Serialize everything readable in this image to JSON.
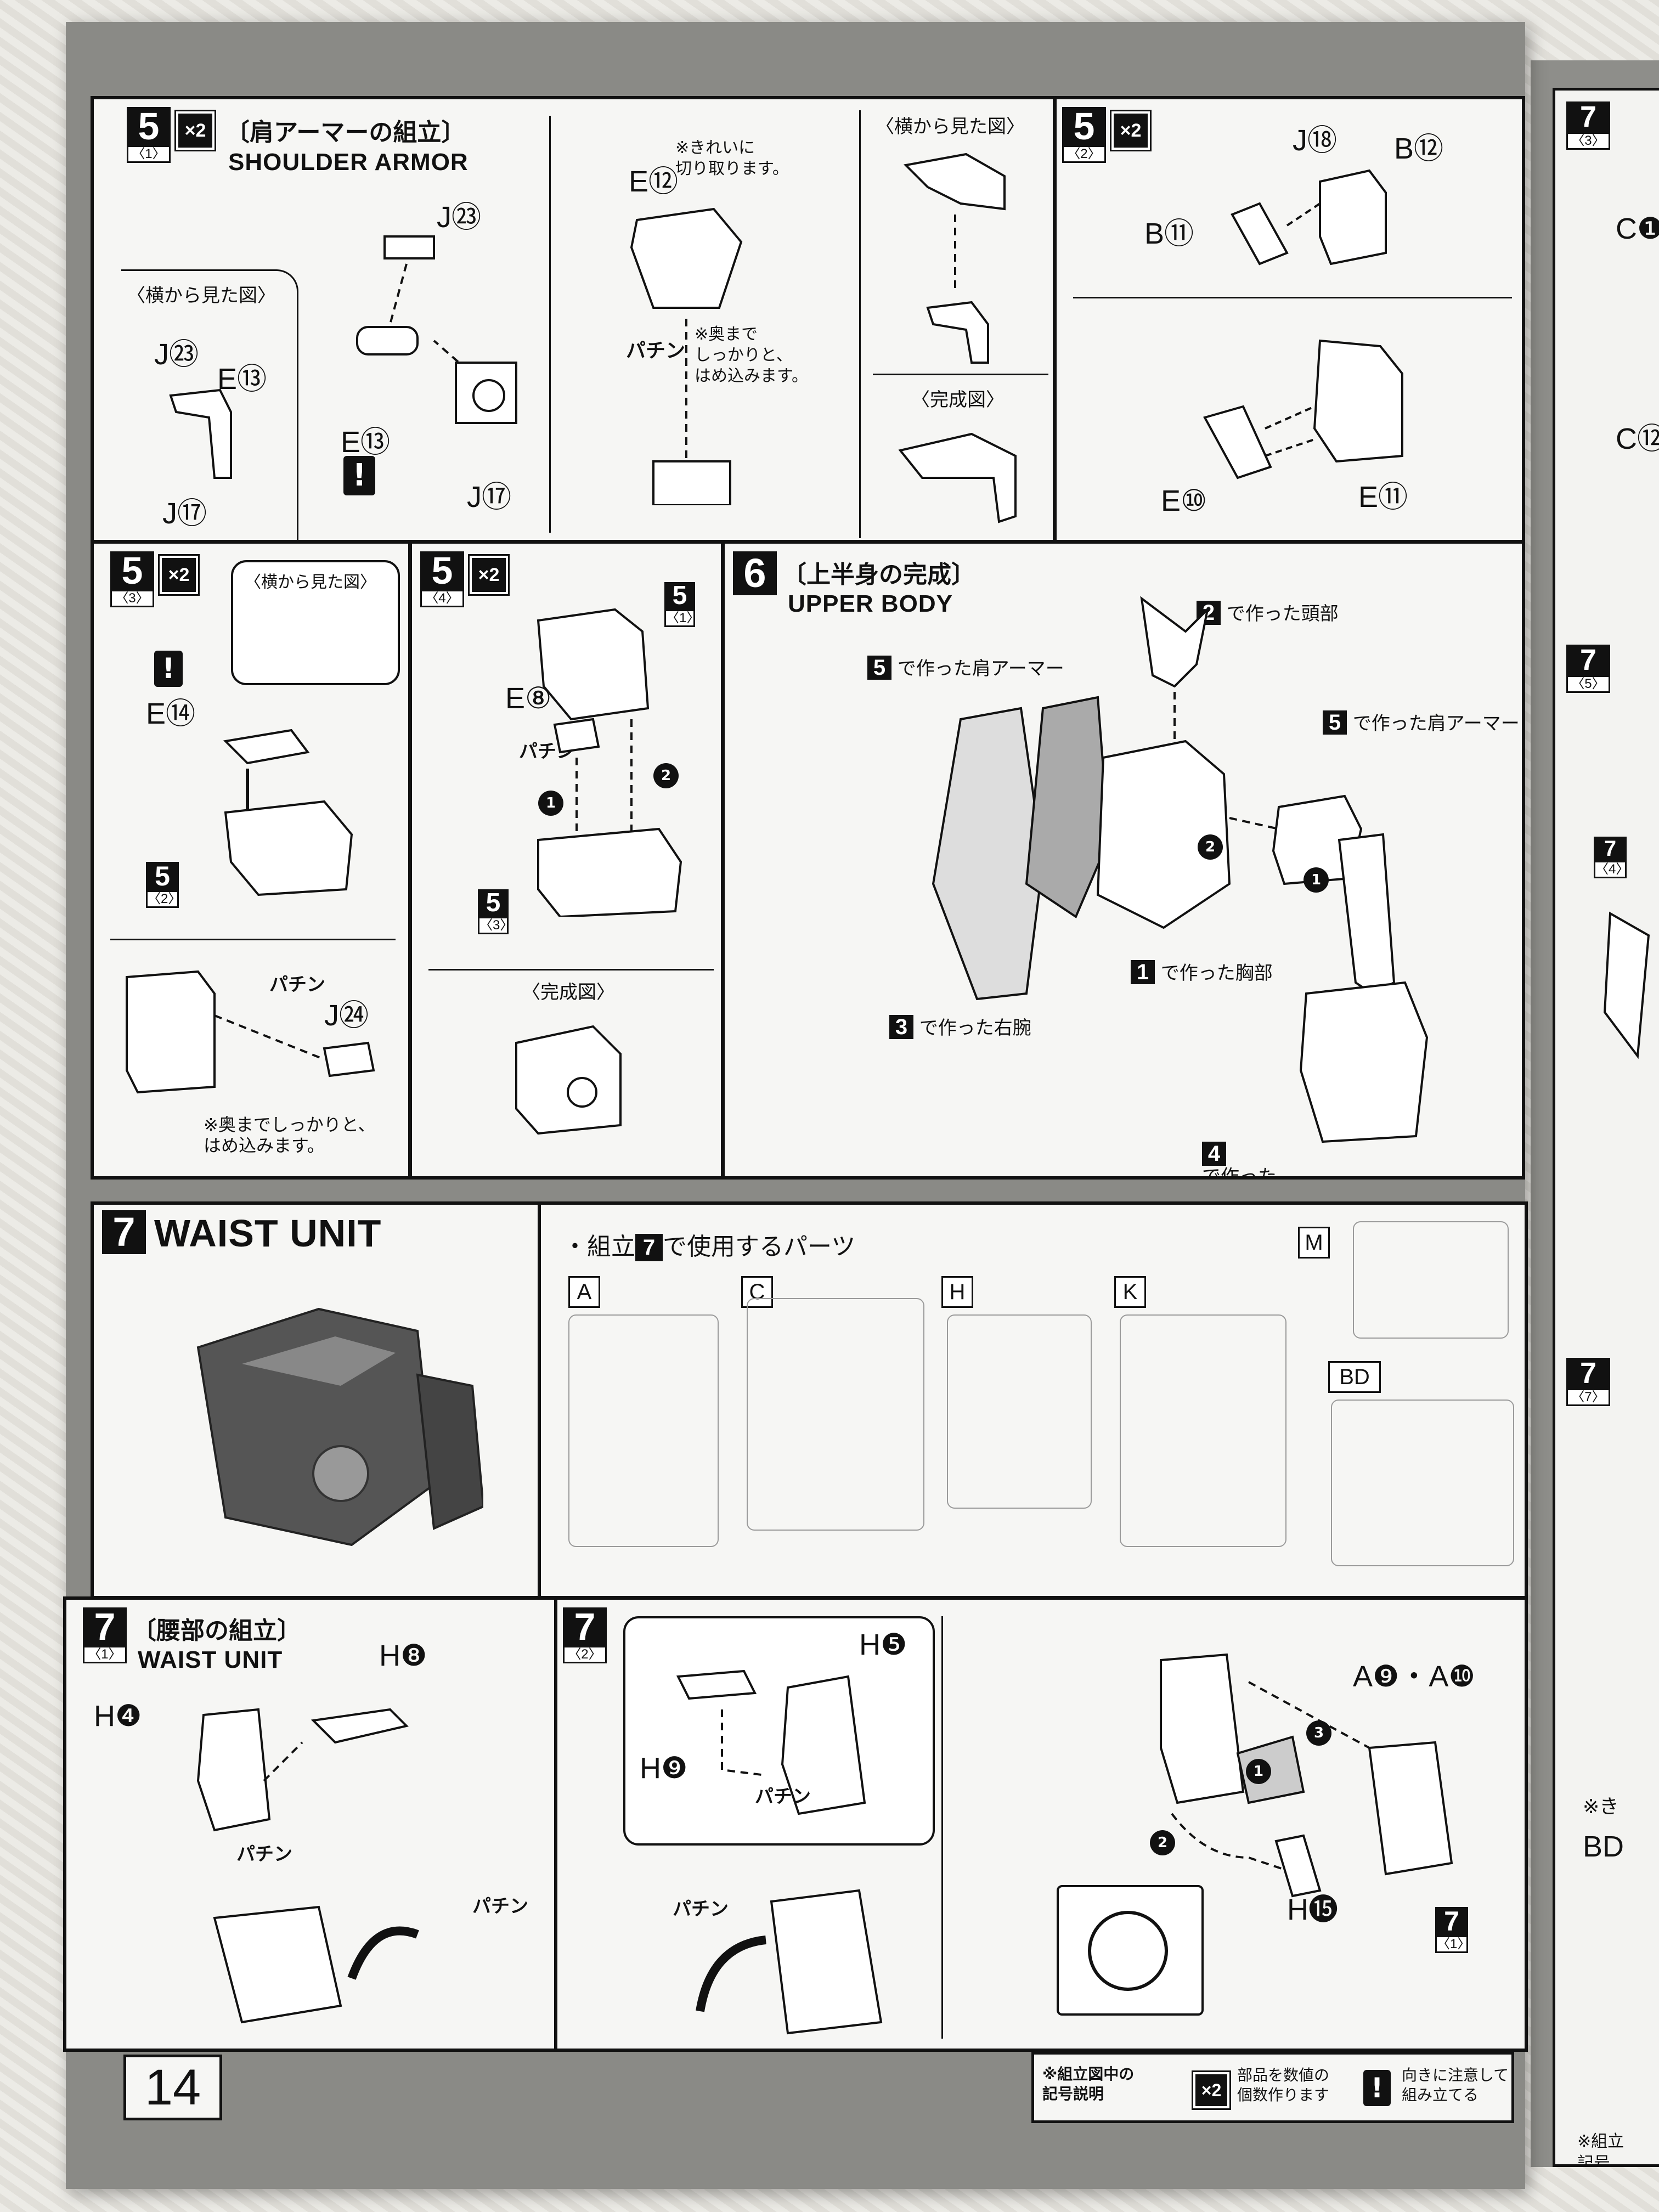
{
  "page_number": "14",
  "steps": {
    "s5_1": {
      "num": "5",
      "sub": "〈1〉",
      "multiplier": "×2",
      "jp": "〔肩アーマーの組立〕",
      "en": "SHOULDER ARMOR",
      "side_view": "〈横から見た図〉",
      "labels": [
        "J㉓",
        "E⑬",
        "J⑰",
        "J㉓",
        "E⑬",
        "J⑰",
        "E⑫"
      ],
      "note_trim": "※きれいに\n切り取ります。",
      "note_fit": "※奥まで\nしっかりと、\nはめ込みます。",
      "snap": "パチン",
      "side_view2": "〈横から見た図〉",
      "complete": "〈完成図〉"
    },
    "s5_2": {
      "num": "5",
      "sub": "〈2〉",
      "multiplier": "×2",
      "labels": [
        "J⑱",
        "B⑫",
        "B⑪",
        "E⑩",
        "E⑪"
      ]
    },
    "s5_3": {
      "num": "5",
      "sub": "〈3〉",
      "multiplier": "×2",
      "side_view": "〈横から見た図〉",
      "labels": [
        "E⑭",
        "J㉔"
      ],
      "ref": {
        "num": "5",
        "sub": "〈2〉"
      },
      "snap": "パチン",
      "note_fit": "※奥までしっかりと、\nはめ込みます。"
    },
    "s5_4": {
      "num": "5",
      "sub": "〈4〉",
      "multiplier": "×2",
      "labels": [
        "E⑧"
      ],
      "ref_top": {
        "num": "5",
        "sub": "〈1〉"
      },
      "ref_bottom": {
        "num": "5",
        "sub": "〈3〉"
      },
      "snap": "パチン",
      "complete": "〈完成図〉",
      "arrows": [
        "1",
        "2"
      ]
    },
    "s6": {
      "num": "6",
      "jp": "〔上半身の完成〕",
      "en": "UPPER BODY",
      "captions": [
        {
          "num": "2",
          "text": "で作った頭部"
        },
        {
          "num": "5",
          "text": "で作った肩アーマー"
        },
        {
          "num": "5",
          "text": "で作った肩アーマー"
        },
        {
          "num": "1",
          "text": "で作った胸部"
        },
        {
          "num": "3",
          "text": "で作った右腕"
        },
        {
          "num": "4",
          "text": "で作った\n左腕"
        }
      ],
      "arrows": [
        "1",
        "2"
      ]
    },
    "s7": {
      "num": "7",
      "en": "WAIST UNIT",
      "parts_title": "・組立",
      "parts_title_num": "7",
      "parts_title_rest": "で使用するパーツ",
      "runners": [
        "A",
        "C",
        "H",
        "K",
        "M",
        "BD"
      ]
    },
    "s7_1": {
      "num": "7",
      "sub": "〈1〉",
      "jp": "〔腰部の組立〕",
      "en": "WAIST UNIT",
      "labels": [
        "H❽",
        "H❹"
      ],
      "snap": "パチン"
    },
    "s7_2": {
      "num": "7",
      "sub": "〈2〉",
      "labels": [
        "H❺",
        "H❾",
        "A❾・A❿",
        "H⓯"
      ],
      "snap": "パチン",
      "arrows": [
        "1",
        "2",
        "3"
      ],
      "ref": {
        "num": "7",
        "sub": "〈1〉"
      }
    }
  },
  "legend": {
    "title": "※組立図中の\n記号説明",
    "x2_symbol": "×2",
    "x2_text": "部品を数値の\n個数作ります",
    "warn_symbol": "!",
    "warn_text": "向きに注意して\n組み立てる"
  },
  "next_page": {
    "labels": [
      "7",
      "〈3〉",
      "C❶",
      "C⑫",
      "7",
      "〈5〉",
      "7",
      "〈4〉",
      "7",
      "〈7〉",
      "※き",
      "BD",
      "※組立",
      "記号"
    ]
  }
}
